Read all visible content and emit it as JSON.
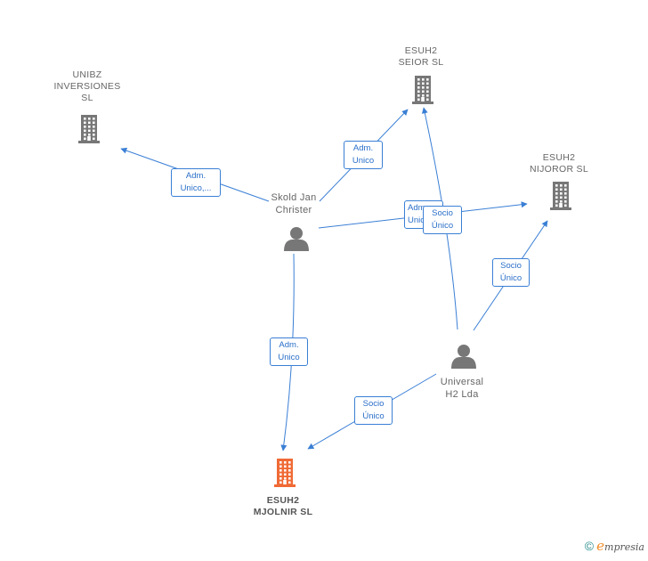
{
  "colors": {
    "edge": "#3a7fd5",
    "company_icon": "#777777",
    "main_company_icon": "#f06a35",
    "person_icon": "#777777"
  },
  "nodes": {
    "unibz": {
      "lines": [
        "UNIBZ",
        "INVERSIONES",
        "SL"
      ],
      "icon": "building-icon"
    },
    "seior": {
      "lines": [
        "ESUH2",
        "SEIOR  SL"
      ],
      "icon": "building-icon"
    },
    "nijoror": {
      "lines": [
        "ESUH2",
        "NIJOROR  SL"
      ],
      "icon": "building-icon"
    },
    "mjolnir": {
      "lines": [
        "ESUH2",
        "MJOLNIR  SL"
      ],
      "icon": "building-icon"
    },
    "skold": {
      "lines": [
        "Skold Jan",
        "Christer"
      ],
      "icon": "person-icon"
    },
    "universal": {
      "lines": [
        "Universal",
        "H2 Lda"
      ],
      "icon": "person-icon"
    }
  },
  "edges": [
    {
      "from": "skold",
      "to": "unibz",
      "label": [
        "Adm.",
        "Unico,..."
      ]
    },
    {
      "from": "skold",
      "to": "seior",
      "label": [
        "Adm.",
        "Unico"
      ]
    },
    {
      "from": "skold",
      "to": "nijoror",
      "label": [
        "Adm.",
        "Unico"
      ]
    },
    {
      "from": "skold",
      "to": "mjolnir",
      "label": [
        "Adm.",
        "Unico"
      ]
    },
    {
      "from": "universal",
      "to": "seior",
      "label": [
        "Socio",
        "Único"
      ]
    },
    {
      "from": "universal",
      "to": "nijoror",
      "label": [
        "Socio",
        "Único"
      ]
    },
    {
      "from": "universal",
      "to": "mjolnir",
      "label": [
        "Socio",
        "Único"
      ]
    }
  ],
  "brand": {
    "copyright": "©",
    "e": "e",
    "rest": "mpresia"
  }
}
